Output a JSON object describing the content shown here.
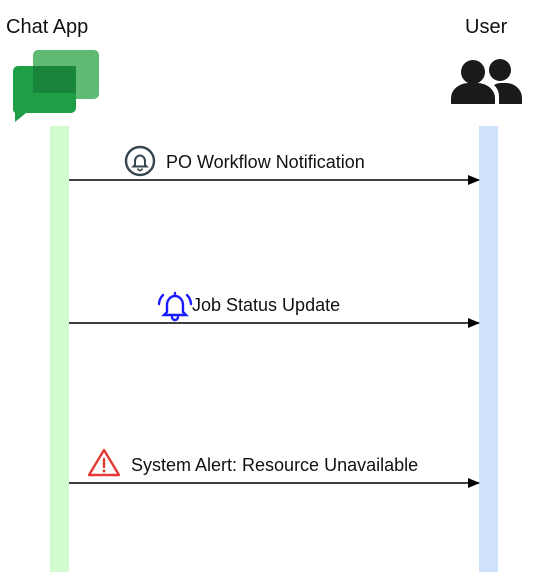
{
  "participants": {
    "left": {
      "name": "Chat App",
      "icon": "google-chat-icon",
      "lifeline_color": "#d2fbd0"
    },
    "right": {
      "name": "User",
      "icon": "users-icon",
      "lifeline_color": "#cfe2fb"
    }
  },
  "messages": [
    {
      "label": "PO Workflow Notification",
      "icon": "bell-circle-icon",
      "icon_color": "#37474f"
    },
    {
      "label": "Job Status Update",
      "icon": "ringing-bell-icon",
      "icon_color": "#1a1aff"
    },
    {
      "label": "System Alert: Resource Unavailable",
      "icon": "warning-triangle-icon",
      "icon_color": "#e53935"
    }
  ]
}
